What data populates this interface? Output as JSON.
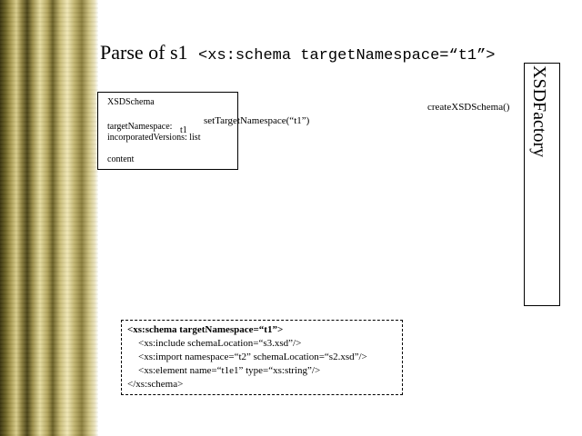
{
  "title": {
    "prefix": "Parse of s1",
    "code": "<xs:schema targetNamespace=“t1”>"
  },
  "schema_box": {
    "name": "XSDSchema",
    "target_namespace_label": "targetNamespace:",
    "target_namespace_value": "t1",
    "incorporated_versions": "incorporatedVersions:  list",
    "content": "content"
  },
  "calls": {
    "set_target_namespace": "setTargetNamespace(“t1”)",
    "create_schema": "createXSDSchema()"
  },
  "factory": {
    "label": "XSDFactory"
  },
  "xml_source": {
    "lines": [
      "<xs:schema targetNamespace=“t1”>",
      "<xs:include schemaLocation=“s3.xsd”/>",
      "<xs:import namespace=“t2” schemaLocation=“s2.xsd”/>",
      "<xs:element name=“t1e1” type=“xs:string”/>",
      "</xs:schema>"
    ]
  }
}
